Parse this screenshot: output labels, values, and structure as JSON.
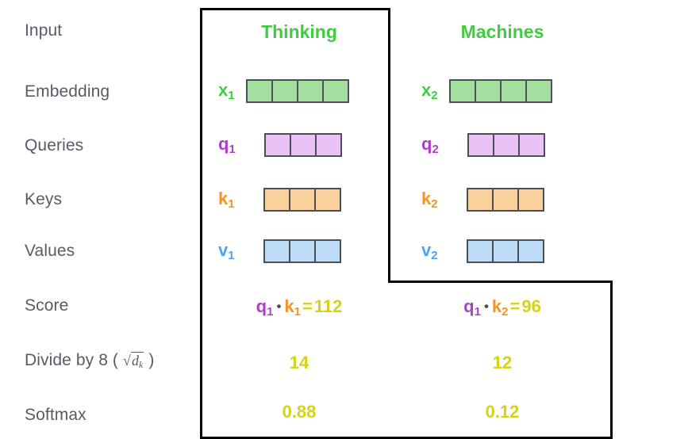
{
  "diagram": {
    "title": "self-attention-score-walkthrough",
    "colors": {
      "label": "#555c66",
      "green": "#3ecd3e",
      "green_fill": "#a5e0a0",
      "purple": "#b23ccb",
      "purple_fill": "#e8c3f3",
      "orange": "#f79321",
      "orange_fill": "#fbd19b",
      "blue": "#4fa4ef",
      "blue_fill": "#bcdcf7",
      "yellow": "#d6d316",
      "cell_border": "#4a4f59",
      "outline": "#000000"
    }
  },
  "row_labels": [
    {
      "key": "input",
      "text": "Input"
    },
    {
      "key": "embedding",
      "text": "Embedding"
    },
    {
      "key": "queries",
      "text": "Queries"
    },
    {
      "key": "keys",
      "text": "Keys"
    },
    {
      "key": "values",
      "text": "Values"
    },
    {
      "key": "score",
      "text": "Score"
    },
    {
      "key": "divide",
      "text": "Divide by 8 ("
    },
    {
      "key": "softmax",
      "text": "Softmax"
    }
  ],
  "divide_formula": {
    "prefix": "Divide by 8 (",
    "radical": "√",
    "variable": "d",
    "subscript": "k",
    "suffix": ")"
  },
  "columns": [
    {
      "header": "Thinking"
    },
    {
      "header": "Machines"
    }
  ],
  "vectors": {
    "embedding": [
      {
        "name": "x",
        "sub": "1",
        "cells": 4
      },
      {
        "name": "x",
        "sub": "2",
        "cells": 4
      }
    ],
    "queries": [
      {
        "name": "q",
        "sub": "1",
        "cells": 3
      },
      {
        "name": "q",
        "sub": "2",
        "cells": 3
      }
    ],
    "keys": [
      {
        "name": "k",
        "sub": "1",
        "cells": 3
      },
      {
        "name": "k",
        "sub": "2",
        "cells": 3
      }
    ],
    "values": [
      {
        "name": "v",
        "sub": "1",
        "cells": 3
      },
      {
        "name": "v",
        "sub": "2",
        "cells": 3
      }
    ]
  },
  "score_row": [
    {
      "q_name": "q",
      "q_sub": "1",
      "dot": "•",
      "k_name": "k",
      "k_sub": "1",
      "equals": "=",
      "value": "112"
    },
    {
      "q_name": "q",
      "q_sub": "1",
      "dot": "•",
      "k_name": "k",
      "k_sub": "2",
      "equals": "=",
      "value": "96"
    }
  ],
  "divide_row": {
    "values": [
      "14",
      "12"
    ]
  },
  "softmax_row": {
    "values": [
      "0.88",
      "0.12"
    ]
  }
}
